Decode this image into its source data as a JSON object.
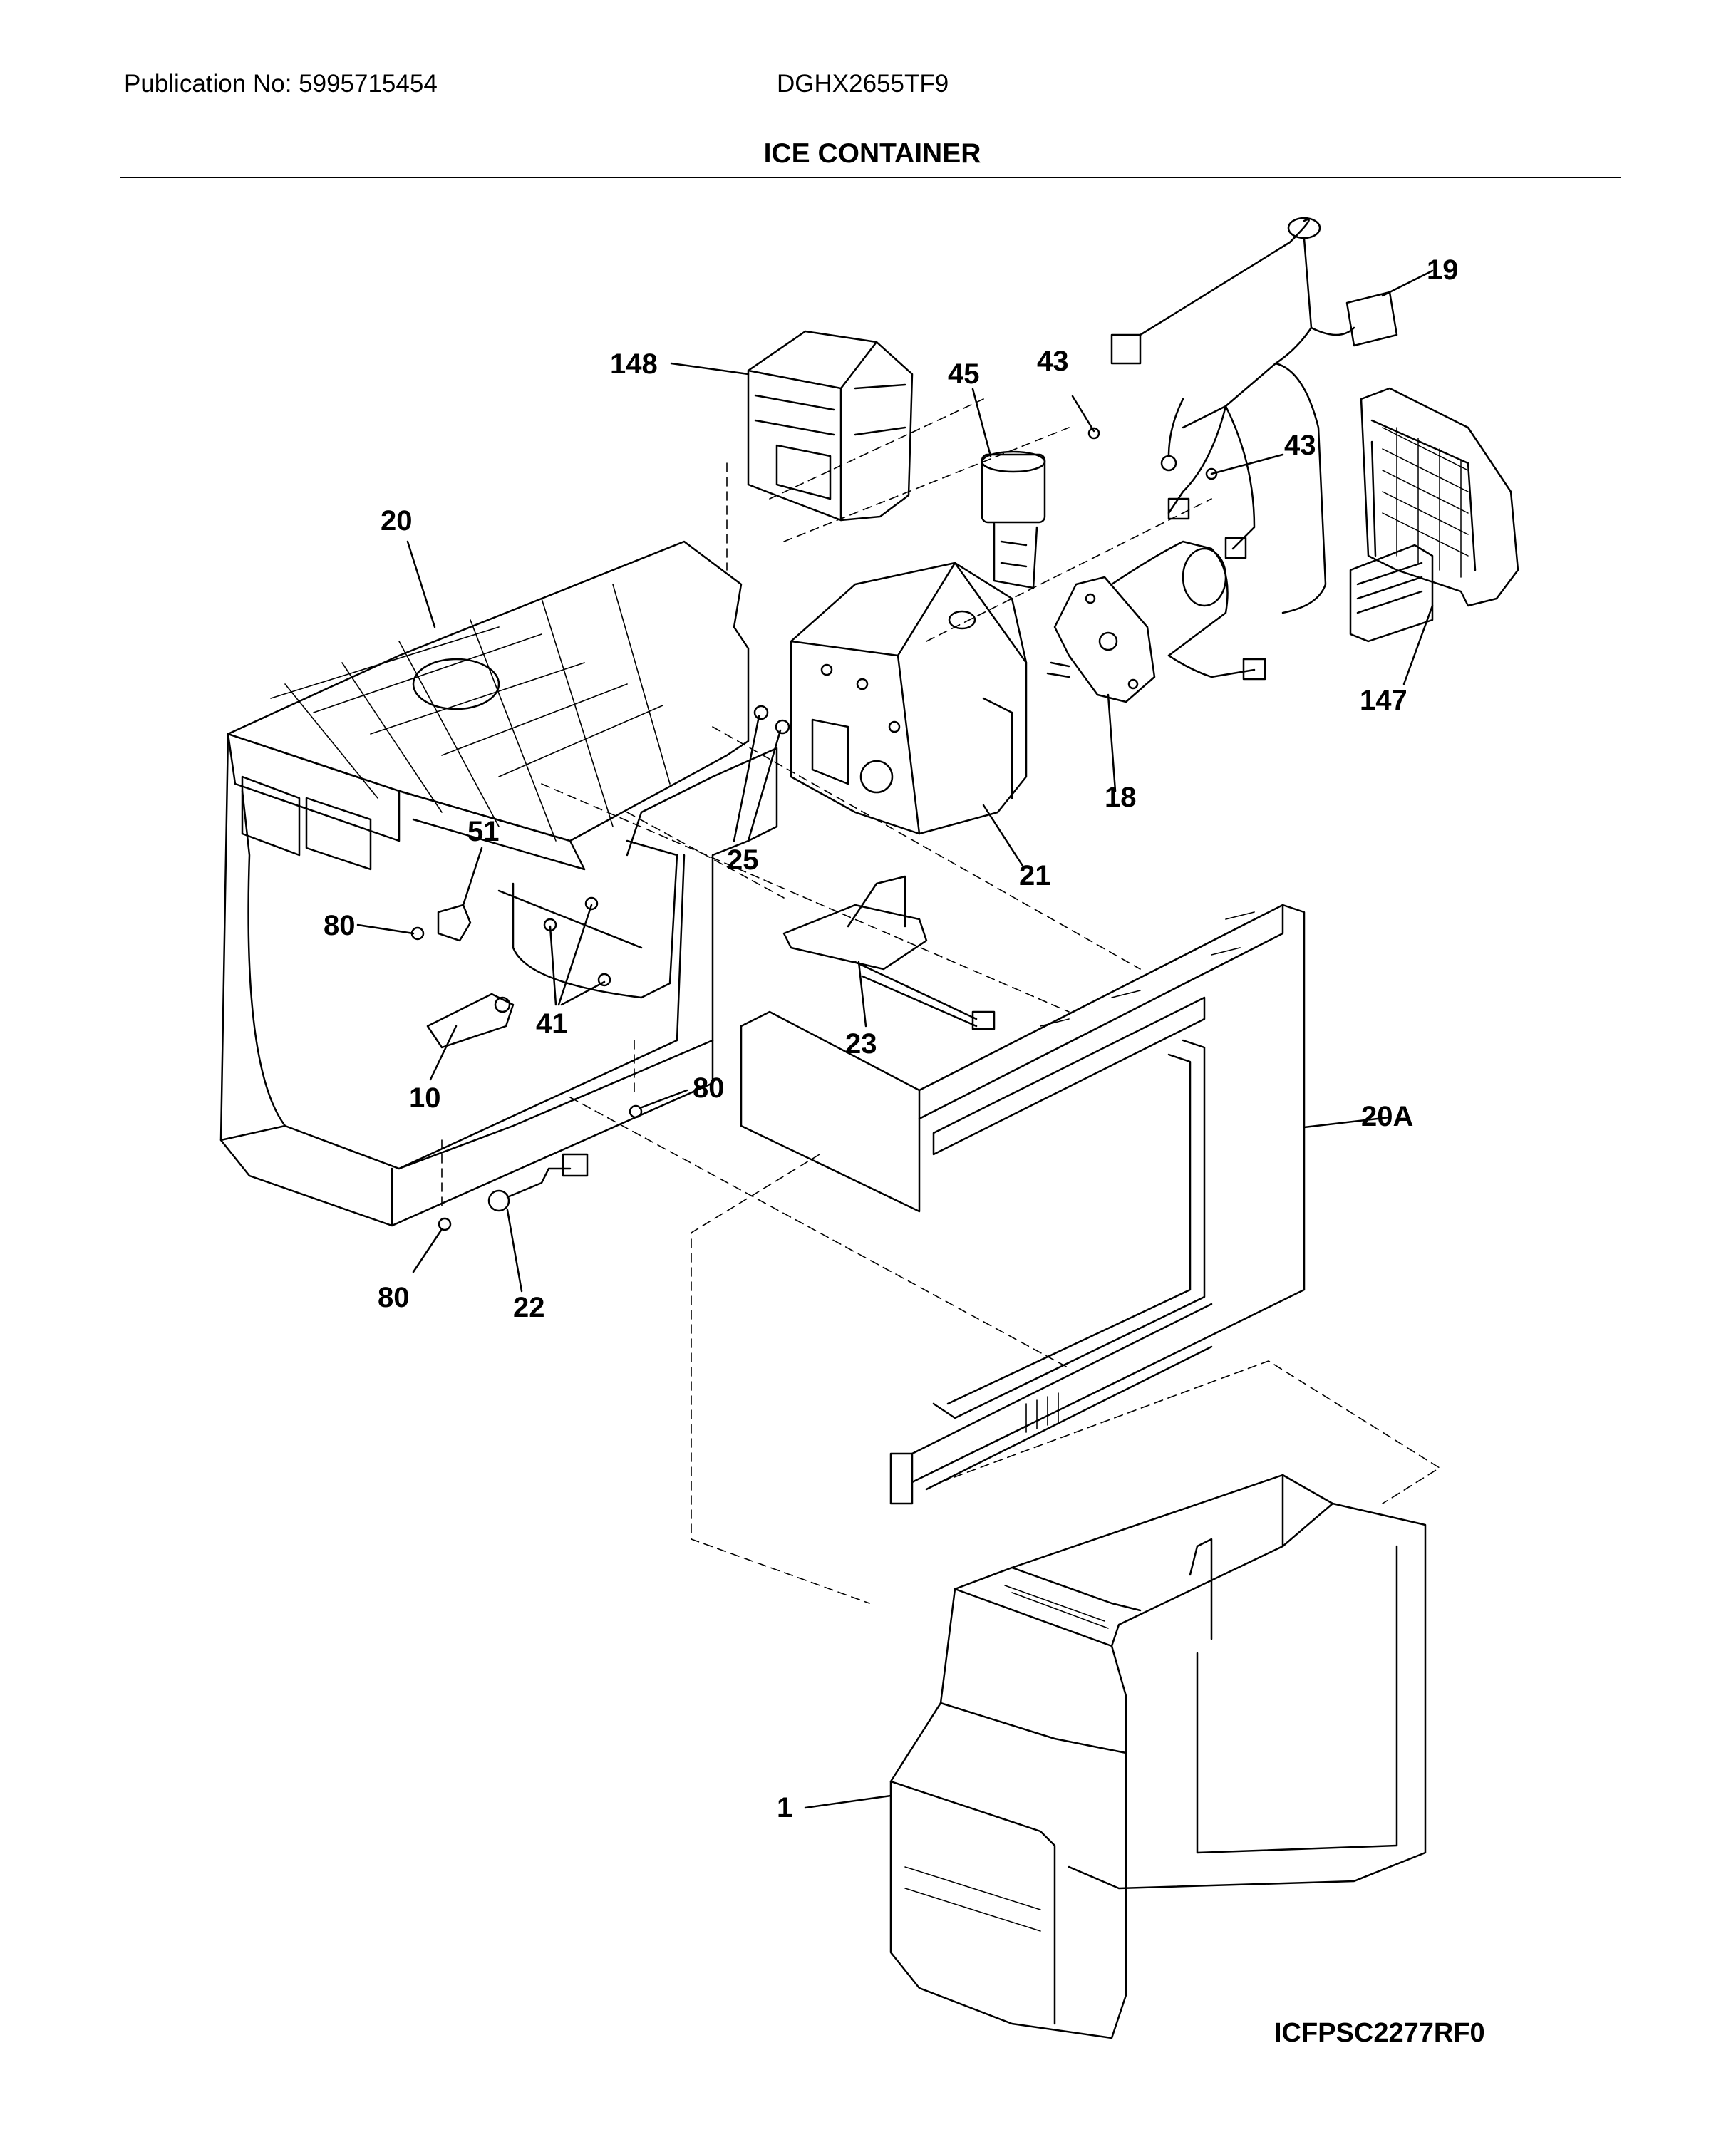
{
  "header": {
    "publication": "Publication No: 5995715454",
    "model": "DGHX2655TF9",
    "title": "ICE CONTAINER"
  },
  "diagram": {
    "callouts": [
      "148",
      "45",
      "43",
      "19",
      "43",
      "20",
      "147",
      "18",
      "25",
      "21",
      "51",
      "80",
      "41",
      "23",
      "10",
      "80",
      "20A",
      "80",
      "22",
      "1"
    ]
  },
  "footer": {
    "figure_code": "ICFPSC2277RF0"
  }
}
